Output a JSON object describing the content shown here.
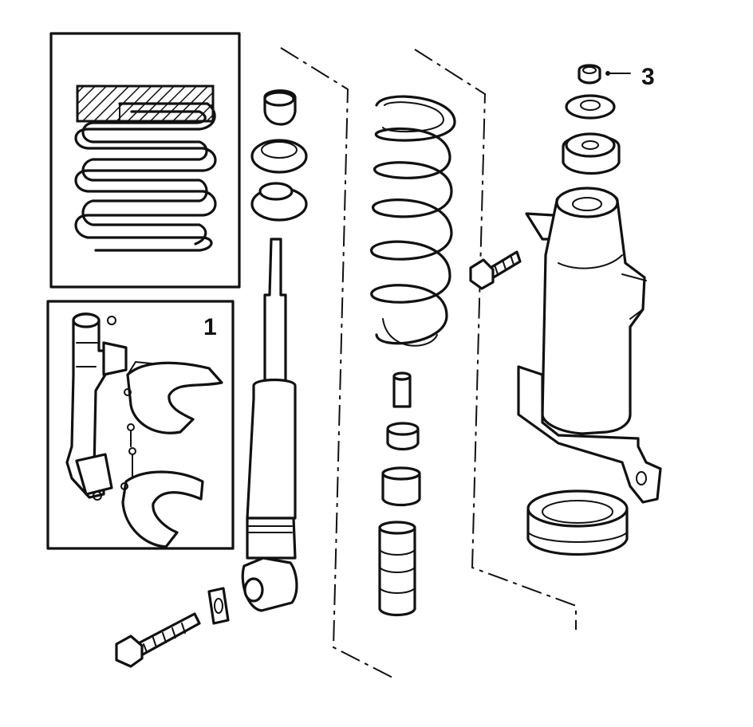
{
  "diagram": {
    "callouts": [
      {
        "id": "1",
        "label": "1"
      },
      {
        "id": "3",
        "label": "3"
      }
    ]
  }
}
